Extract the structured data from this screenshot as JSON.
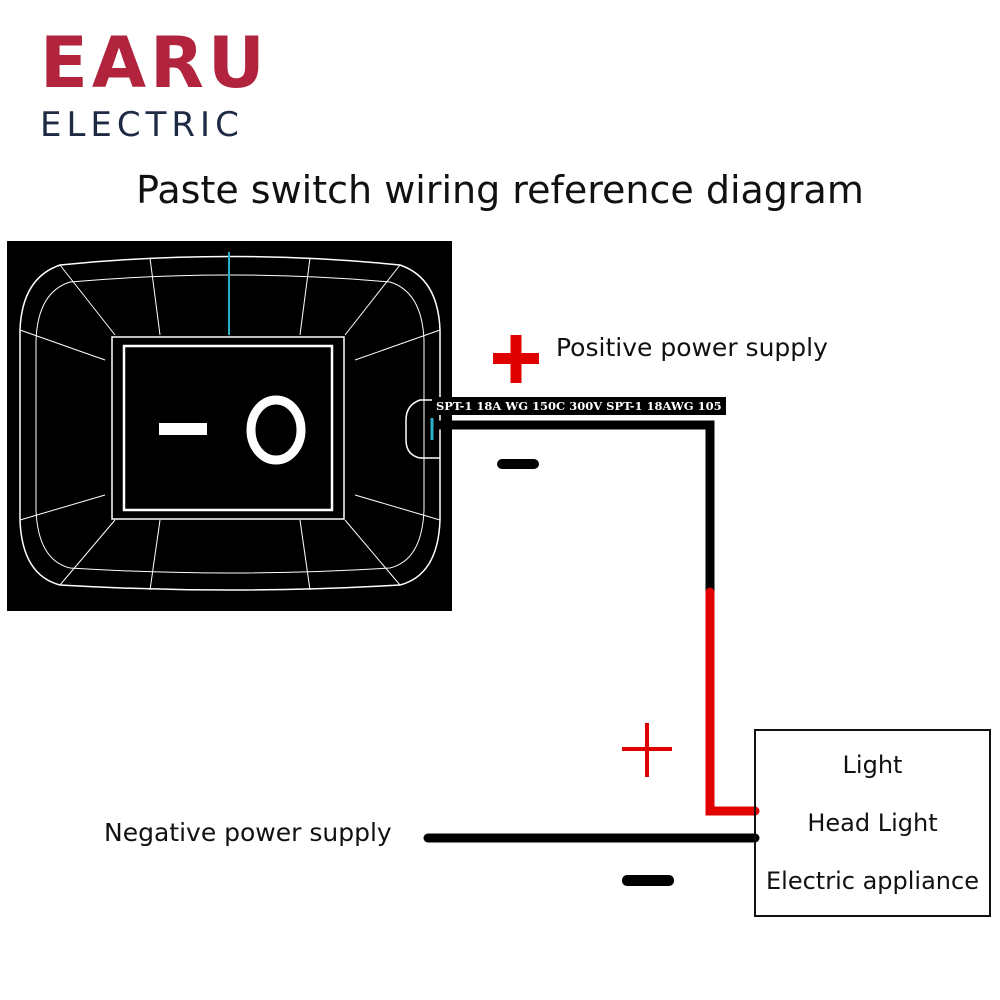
{
  "brand": {
    "name": "EARU",
    "subtitle": "ELECTRIC",
    "name_color": "#b2243e",
    "subtitle_color": "#1f2a44"
  },
  "title": "Paste switch wiring reference diagram",
  "switch": {
    "off_symbol": "-",
    "on_symbol": "O"
  },
  "labels": {
    "positive_supply": "Positive power supply",
    "negative_supply": "Negative power supply",
    "wire_spec": "SPT-1 18A WG 150C 300V SPT-1 18AWG 105"
  },
  "symbols": {
    "plus": "+",
    "minus": "-"
  },
  "load": {
    "items": [
      "Light",
      "Head Light",
      "Electric appliance"
    ]
  },
  "colors": {
    "positive": "#e00000",
    "wire": "#000000",
    "switch_bg": "#000000",
    "switch_lines": "#ffffff"
  }
}
